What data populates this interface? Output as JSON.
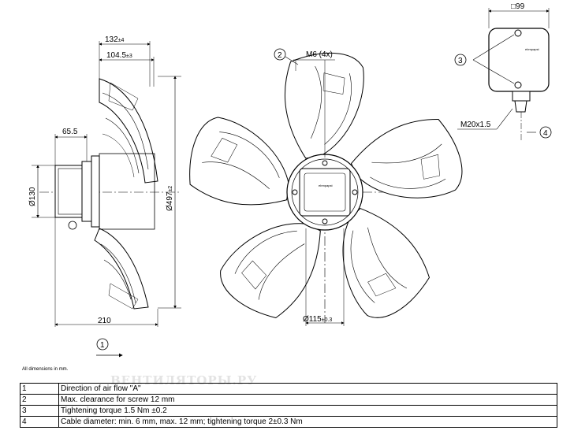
{
  "dimensions": {
    "side_width_outer": "132",
    "side_width_outer_tol": "±4",
    "side_width_inner": "104.5",
    "side_width_inner_tol": "±3",
    "motor_depth": "65.5",
    "motor_diameter": "Ø130",
    "fan_diameter": "Ø497",
    "fan_diameter_tol": "±2",
    "total_depth": "210",
    "hub_diameter": "Ø115",
    "hub_diameter_tol": "±0.3",
    "screw": "M6 (4x)",
    "box_width": "□99",
    "cable_gland": "M20x1.5"
  },
  "callouts": {
    "c1": "1",
    "c2": "2",
    "c3": "3",
    "c4": "4"
  },
  "brand_label": "ebmpapst",
  "note": "All dimensions in mm.",
  "watermark": "ВЕНТИЛЯТОРЫ.РУ",
  "legend": [
    {
      "num": "1",
      "text": "Direction of air flow \"A\""
    },
    {
      "num": "2",
      "text": "Max. clearance for screw 12 mm"
    },
    {
      "num": "3",
      "text": "Tightening torque 1.5 Nm ±0.2"
    },
    {
      "num": "4",
      "text": "Cable diameter: min. 6 mm, max. 12 mm; tightening torque 2±0.3 Nm"
    }
  ]
}
